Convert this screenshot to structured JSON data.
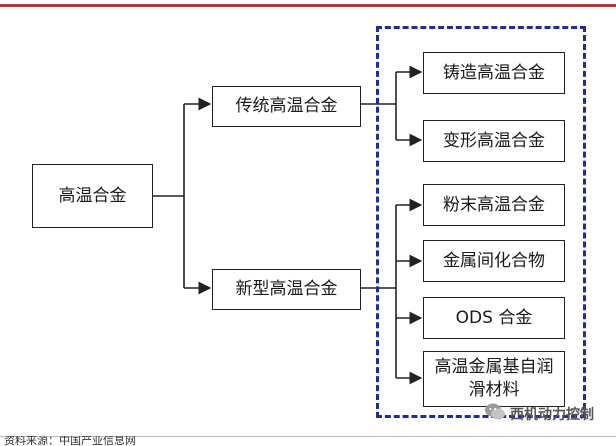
{
  "root": {
    "label": "高温合金"
  },
  "branches": [
    {
      "label": "传统高温合金",
      "children": [
        "铸造高温合金",
        "变形高温合金"
      ]
    },
    {
      "label": "新型高温合金",
      "children": [
        "粉末高温合金",
        "金属间化合物",
        "ODS 合金",
        "高温金属基自润滑材料"
      ]
    }
  ],
  "watermark": {
    "text": "西机动力控制",
    "icon": "chat-bubble-icon"
  },
  "footer": {
    "text": "资料来源：中国产业信息网"
  },
  "colors": {
    "frame": "#1e2aa8",
    "top_rule": "#b03a3a",
    "stroke": "#222222"
  }
}
